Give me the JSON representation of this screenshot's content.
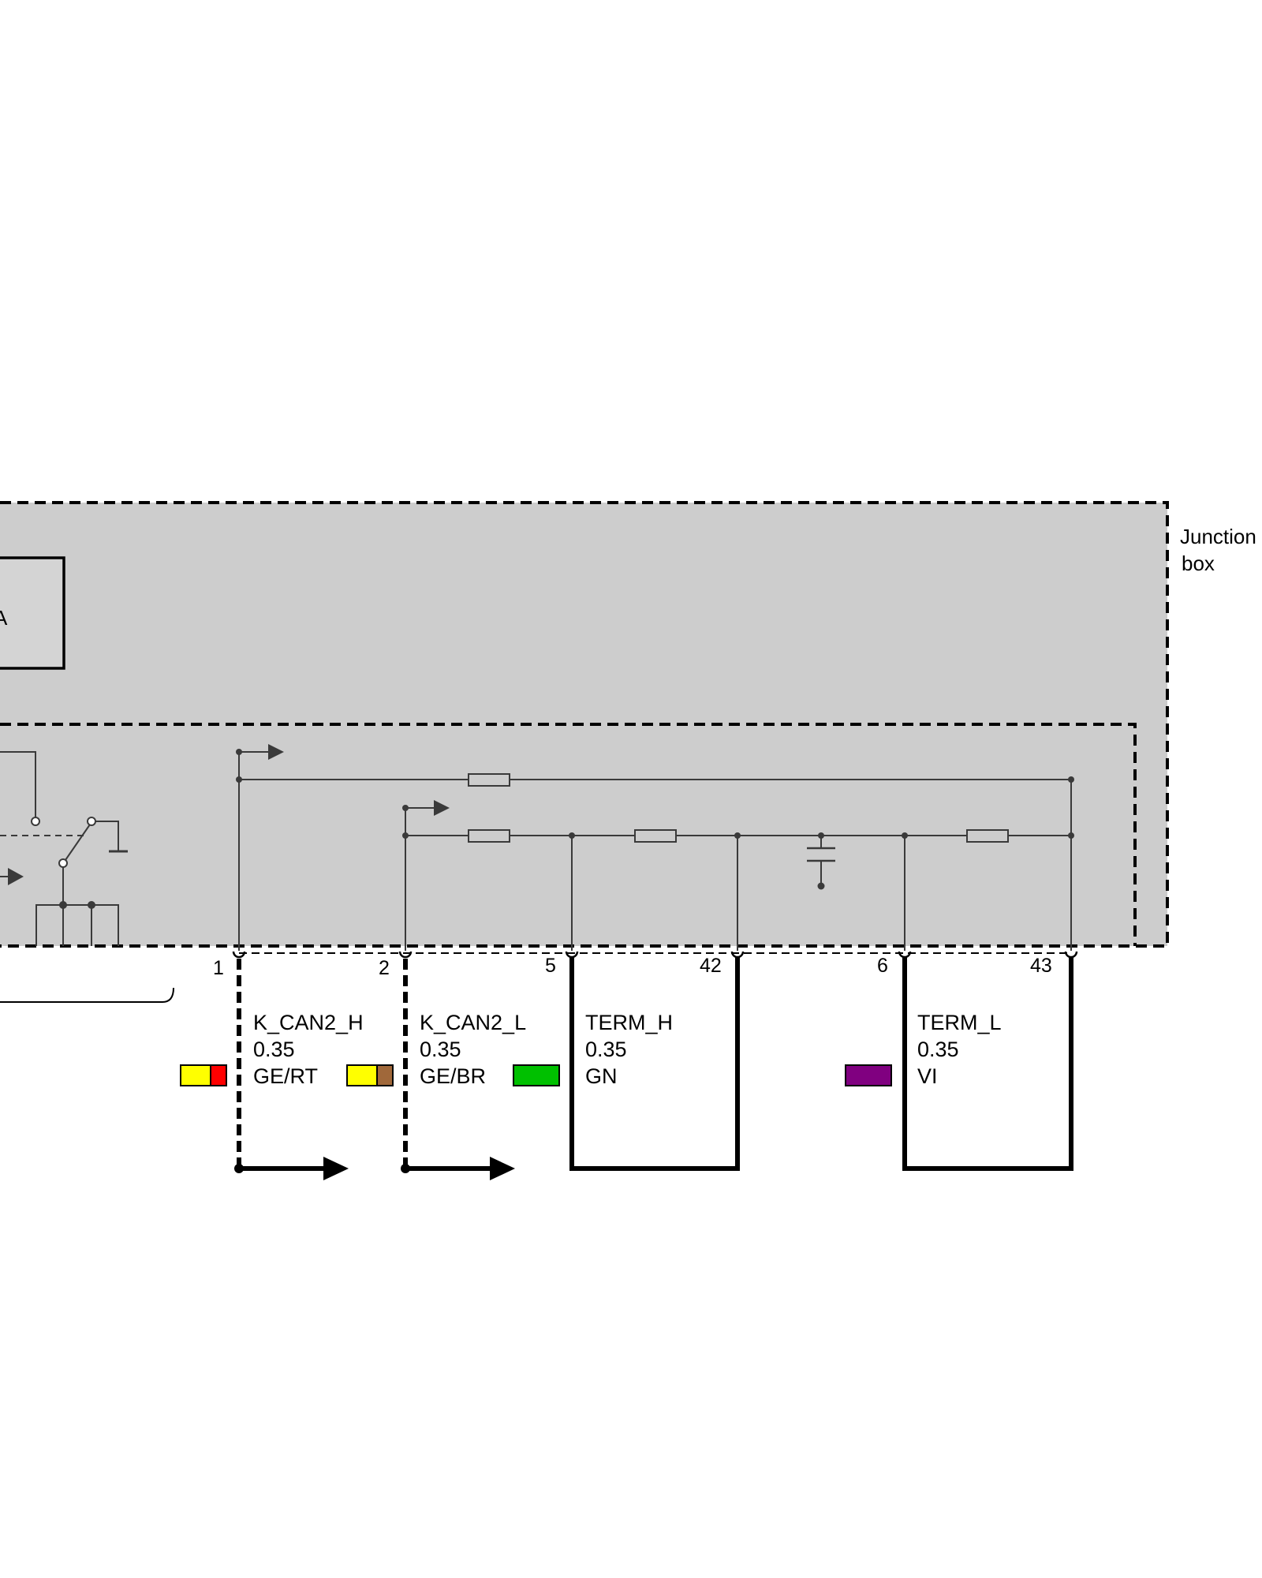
{
  "junction_box": {
    "label_line1": "Junction",
    "label_line2": "box",
    "inner_module_label": "A"
  },
  "pins": [
    {
      "id": "pin-1",
      "number": "1"
    },
    {
      "id": "pin-2",
      "number": "2"
    },
    {
      "id": "pin-5",
      "number": "5"
    },
    {
      "id": "pin-42",
      "number": "42"
    },
    {
      "id": "pin-6",
      "number": "6"
    },
    {
      "id": "pin-43",
      "number": "43"
    }
  ],
  "wires": [
    {
      "signal": "K_CAN2_H",
      "cross_section": "0.35",
      "color_code": "GE/RT",
      "colors": [
        "#ffff00",
        "#ff0000"
      ],
      "stripe": true
    },
    {
      "signal": "K_CAN2_L",
      "cross_section": "0.35",
      "color_code": "GE/BR",
      "colors": [
        "#ffff00",
        "#a0683a"
      ],
      "stripe": true
    },
    {
      "signal": "TERM_H",
      "cross_section": "0.35",
      "color_code": "GN",
      "colors": [
        "#00c000"
      ],
      "stripe": false
    },
    {
      "signal": "TERM_L",
      "cross_section": "0.35",
      "color_code": "VI",
      "colors": [
        "#800080"
      ],
      "stripe": false
    }
  ],
  "colors": {
    "box_fill": "#cdcdcd",
    "module_fill": "#d4d4d4",
    "line": "#3a3a3a"
  }
}
